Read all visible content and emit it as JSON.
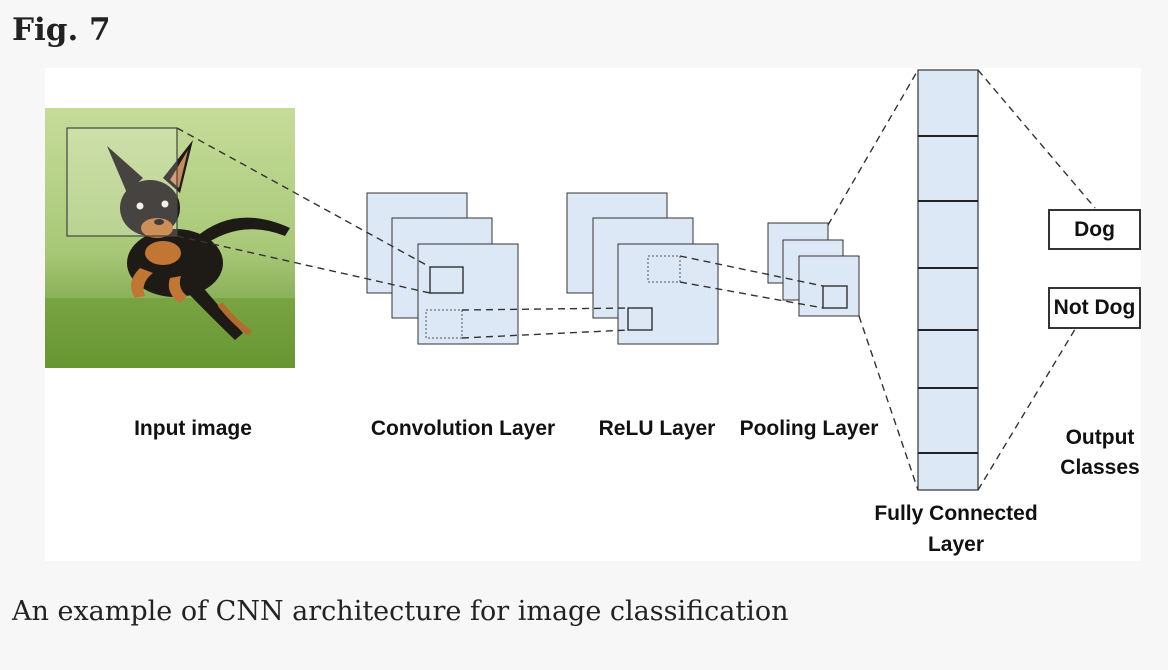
{
  "figure": {
    "label": "Fig. 7",
    "caption": "An example of CNN architecture for image classification"
  },
  "diagram": {
    "input": {
      "label": "Input image",
      "image_subject": "dog running on grass"
    },
    "convolution": {
      "label": "Convolution Layer"
    },
    "relu": {
      "label": "ReLU Layer"
    },
    "pooling": {
      "label": "Pooling Layer"
    },
    "fully_connected": {
      "label_line1": "Fully Connected",
      "label_line2": "Layer"
    },
    "output": {
      "label_line1": "Output",
      "label_line2": "Classes",
      "classes": [
        "Dog",
        "Not Dog"
      ]
    },
    "colors": {
      "feature_map_fill": "#dce8f5",
      "feature_map_stroke": "#222222",
      "grass": "#8fb85a",
      "sky_green": "#b8d48a"
    }
  }
}
